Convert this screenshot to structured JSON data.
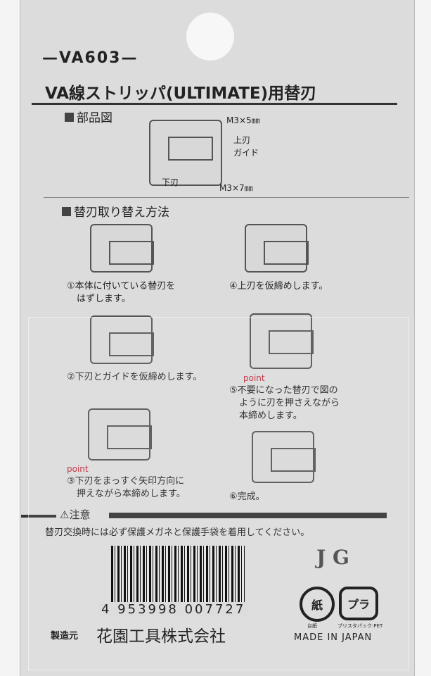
{
  "model": "—VA603—",
  "title": "VA線ストリッパ(ULTIMATE)用替刃",
  "parts": {
    "heading": "部品図",
    "screw_top": "M3×5㎜",
    "upper_blade": "上刃",
    "guide": "ガイド",
    "lower_blade": "下刃",
    "screw_bottom": "M3×7㎜"
  },
  "method": {
    "heading": "替刃取り替え方法",
    "steps": [
      {
        "text": "①本体に付いている替刃を",
        "text2": "はずします。"
      },
      {
        "text": "②下刃とガイドを仮締めします。"
      },
      {
        "point": "point",
        "text": "③下刃をまっすぐ矢印方向に",
        "text2": "押えながら本締めします。"
      },
      {
        "text": "④上刃を仮締めします。"
      },
      {
        "point": "point",
        "text": "⑤不要になった替刃で図の",
        "text2": "ように刃を押さえながら",
        "text3": "本締めします。"
      },
      {
        "text": "⑥完成。"
      }
    ]
  },
  "caution": {
    "heading": "⚠注意",
    "text": "替刃交換時には必ず保護メガネと保護手袋を着用してください。"
  },
  "barcode": "4 953998 007727",
  "jg": "J G",
  "recycle": {
    "paper": "紙",
    "paper_label": "台紙",
    "plastic": "プラ",
    "plastic_label": "ブリスタパック:PET"
  },
  "maker_label": "製造元",
  "maker": "花園工具株式会社",
  "origin": "MADE IN JAPAN"
}
